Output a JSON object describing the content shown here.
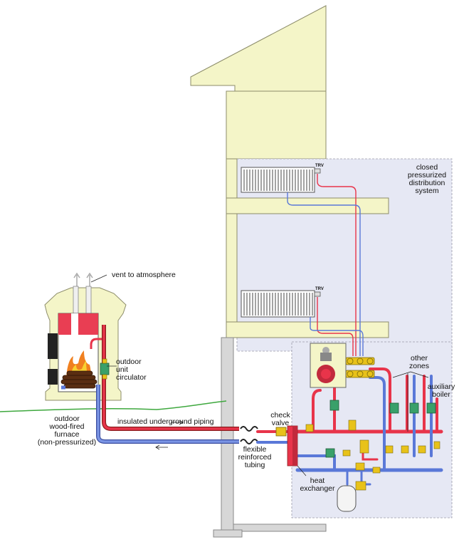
{
  "labels": {
    "vent": "vent to atmosphere",
    "closed_system_line1": "closed",
    "closed_system_line2": "pressurized",
    "closed_system_line3": "distribution",
    "closed_system_line4": "system",
    "circulator_line1": "outdoor",
    "circulator_line2": "unit",
    "circulator_line3": "circulator",
    "furnace_line1": "outdoor",
    "furnace_line2": "wood-fired",
    "furnace_line3": "furnace",
    "furnace_line4": "(non-pressurized)",
    "underground": "insulated underground piping",
    "check_line1": "check",
    "check_line2": "valve",
    "flex_line1": "flexible",
    "flex_line2": "reinforced",
    "flex_line3": "tubing",
    "hx_line1": "heat",
    "hx_line2": "exchanger",
    "other_line1": "other",
    "other_line2": "zones",
    "aux_line1": "auxiliary",
    "aux_line2": "boiler",
    "trv_upper": "TRV",
    "trv_lower": "TRV"
  },
  "colors": {
    "house_fill": "#f4f5c8",
    "house_outline": "#8c8c6a",
    "closed_zone_fill": "#e6e8f4",
    "hot_pipe": "#e8344a",
    "cold_pipe": "#5a78d8",
    "ground": "#3ea83e",
    "brass": "#e8c21a",
    "circulator": "#39a06a"
  }
}
